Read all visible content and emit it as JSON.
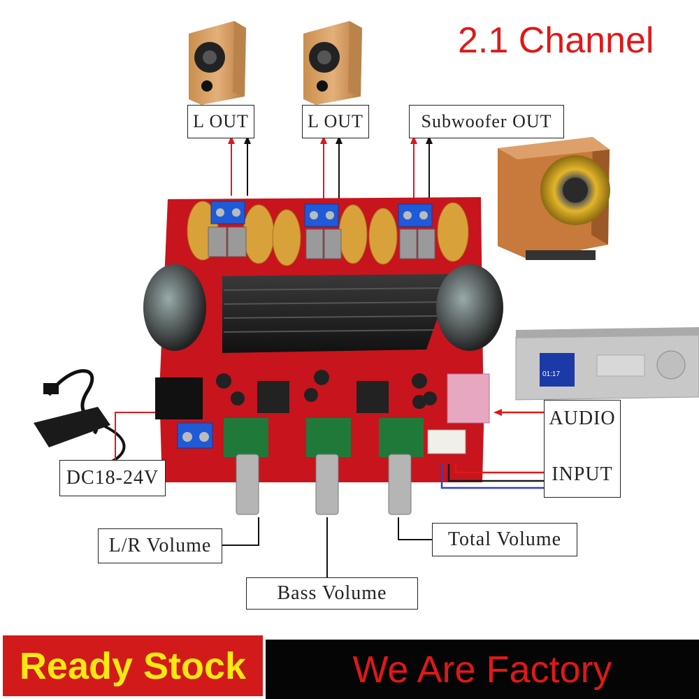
{
  "title": "2.1 Channel",
  "labels": {
    "out_left_1": "L  OUT",
    "out_left_2": "L  OUT",
    "out_sub": "Subwoofer OUT",
    "audio": "AUDIO",
    "input": "INPUT",
    "dc": "DC18-24V",
    "lr_volume": "L/R Volume",
    "bass_volume": "Bass Volume",
    "total_volume": "Total Volume"
  },
  "player_display": "01:17",
  "banners": {
    "left": "Ready Stock",
    "right": "We Are Factory"
  },
  "colors": {
    "title": "#e01818",
    "banner_left_bg": "#d21a1a",
    "banner_left_text": "#fde910",
    "banner_right_bg": "#050505",
    "banner_right_text": "#e01818",
    "board": "#c8141c",
    "wire_red": "#e01818",
    "wire_blue": "#2a3fd6"
  }
}
